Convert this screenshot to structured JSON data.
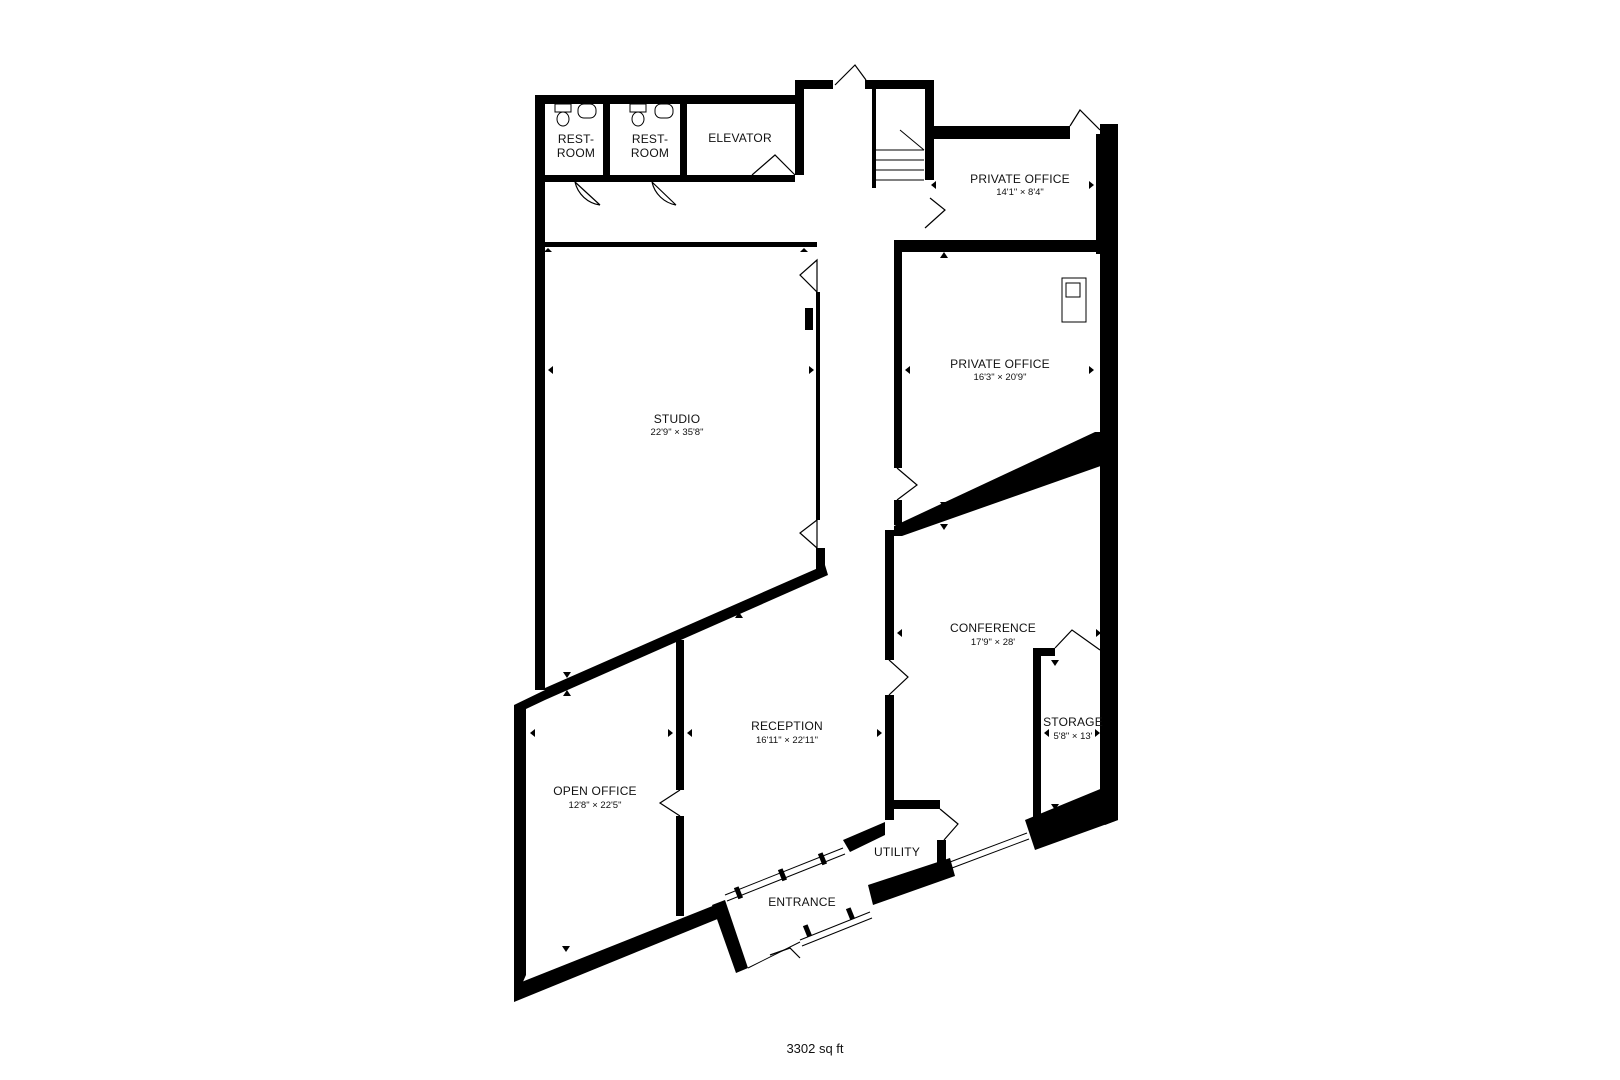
{
  "rooms": {
    "restroom_1": {
      "name_line1": "REST-",
      "name_line2": "ROOM"
    },
    "restroom_2": {
      "name_line1": "REST-",
      "name_line2": "ROOM"
    },
    "elevator": {
      "name": "ELEVATOR"
    },
    "private_office_top": {
      "name": "PRIVATE OFFICE",
      "dims": "14'1\" × 8'4\""
    },
    "private_office_mid": {
      "name": "PRIVATE OFFICE",
      "dims": "16'3\" × 20'9\""
    },
    "studio": {
      "name": "STUDIO",
      "dims": "22'9\" × 35'8\""
    },
    "conference": {
      "name": "CONFERENCE",
      "dims": "17'9\" × 28'"
    },
    "storage": {
      "name": "STORAGE",
      "dims": "5'8\" × 13'"
    },
    "reception": {
      "name": "RECEPTION",
      "dims": "16'11\" × 22'11\""
    },
    "open_office": {
      "name": "OPEN OFFICE",
      "dims": "12'8\" × 22'5\""
    },
    "utility": {
      "name": "UTILITY"
    },
    "entrance": {
      "name": "ENTRANCE"
    }
  },
  "total_area": "3302 sq ft",
  "colors": {
    "wall": "#000000",
    "background": "#ffffff",
    "text": "#111111"
  }
}
